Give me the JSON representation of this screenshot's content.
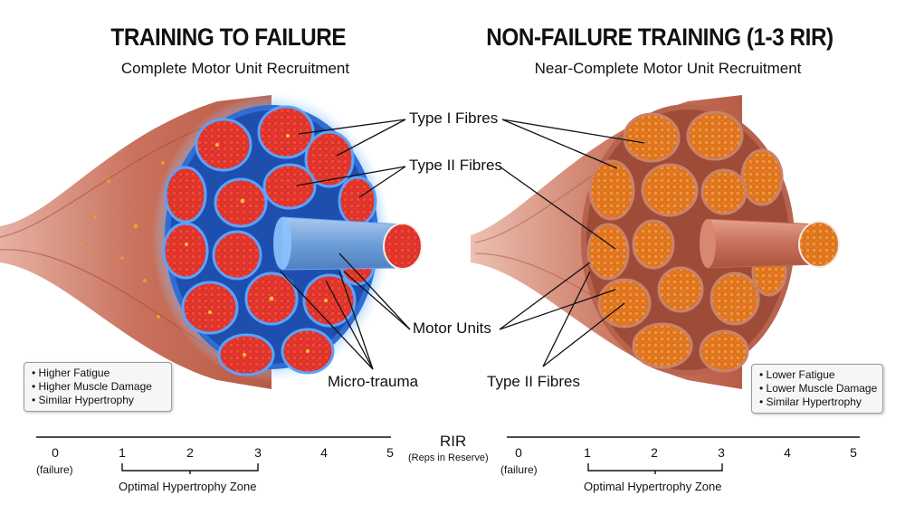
{
  "left": {
    "title": "TRAINING TO FAILURE",
    "subtitle": "Complete Motor Unit Recruitment",
    "notes": [
      "• Higher Fatigue",
      "• Higher Muscle Damage",
      "• Similar Hypertrophy"
    ]
  },
  "right": {
    "title": "NON-FAILURE TRAINING (1-3 RIR)",
    "subtitle": "Near-Complete Motor Unit Recruitment",
    "notes": [
      "• Lower Fatigue",
      "• Lower Muscle Damage",
      "• Similar Hypertrophy"
    ]
  },
  "labels": {
    "type1": "Type I Fibres",
    "type2_top": "Type II Fibres",
    "motor_units": "Motor Units",
    "micro_trauma": "Micro-trauma",
    "type2_bottom": "Type II Fibres"
  },
  "scale": {
    "rir_label": "RIR",
    "rir_full": "(Reps in Reserve)",
    "ticks": [
      "0",
      "1",
      "2",
      "3",
      "4",
      "5"
    ],
    "failure": "(failure)",
    "zone": "Optimal Hypertrophy Zone"
  },
  "colors": {
    "muscle_sheath": "#c56a55",
    "failure_fibre": "#e8362c",
    "failure_glow": "#3a8ff0",
    "nonfailure_fibre": "#f08a2c"
  }
}
